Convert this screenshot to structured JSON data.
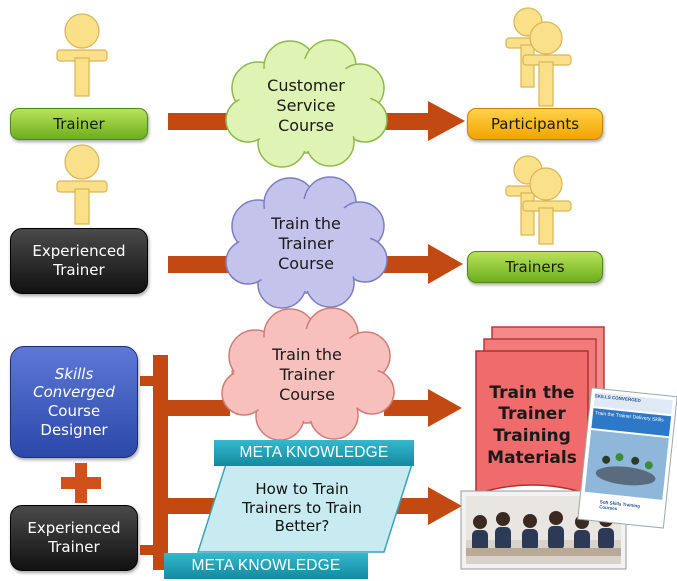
{
  "diagram": {
    "row1": {
      "source": "Trainer",
      "course_lines": [
        "Customer",
        "Service",
        "Course"
      ],
      "target": "Participants"
    },
    "row2": {
      "source_lines": [
        "Experienced",
        "Trainer"
      ],
      "course_lines": [
        "Train the",
        "Trainer",
        "Course"
      ],
      "target": "Trainers"
    },
    "row3": {
      "designer_lines": [
        "Skills",
        "Converged",
        "Course",
        "Designer"
      ],
      "plus": "+",
      "partner_lines": [
        "Experienced",
        "Trainer"
      ],
      "course_lines": [
        "Train the",
        "Trainer",
        "Course"
      ],
      "meta_top": "META KNOWLEDGE",
      "meta_question_lines": [
        "How to Train",
        "Trainers to Train",
        "Better?"
      ],
      "meta_bottom": "META KNOWLEDGE",
      "materials_lines": [
        "Train the",
        "Trainer",
        "Training",
        "Materials"
      ],
      "booklet": {
        "brand": "SKILLS CONVERGED",
        "title": "Train the Trainer Delivery Skills",
        "footer": "Soft Skills Training Courses"
      }
    },
    "colors": {
      "arrow": "#c24a12",
      "person": "#fbe08a",
      "cloud_green": "#dff3b4",
      "cloud_purple": "#c3c3ec",
      "cloud_pink": "#f7c0bc",
      "docs_red": "#f06b6b",
      "meta_teal": "#1f9fb6",
      "meta_light": "#c8eaf1"
    }
  }
}
